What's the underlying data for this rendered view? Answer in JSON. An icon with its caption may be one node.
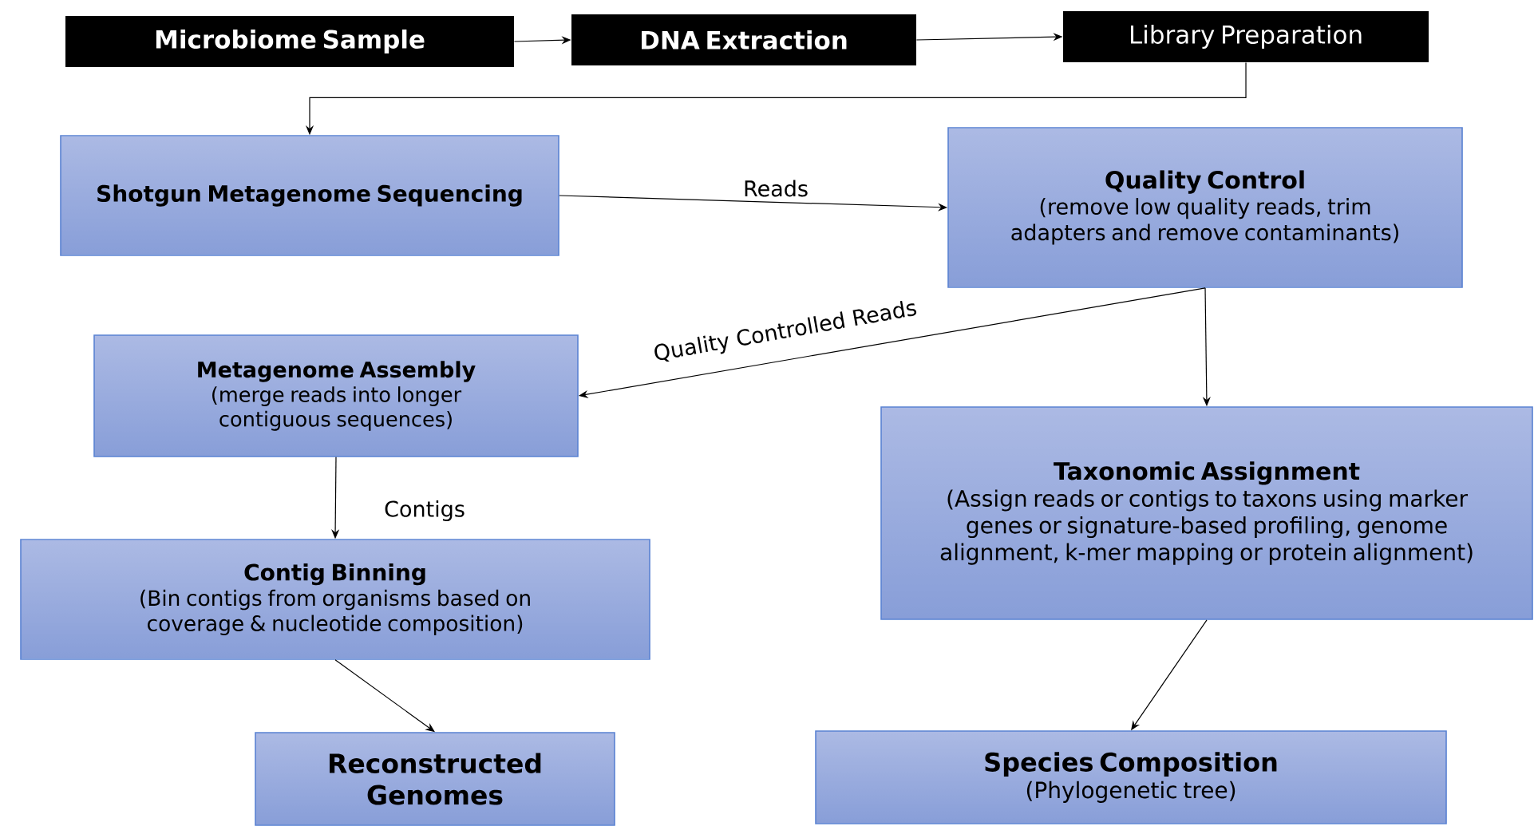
{
  "diagram": {
    "nodes": [
      {
        "text": [
          "Microbiome Sample"
        ]
      },
      {
        "text": [
          "DNA Extraction"
        ]
      },
      {
        "text": [
          "Library Preparation"
        ]
      },
      {
        "text": [
          "Shotgun Metagenome Sequencing"
        ]
      },
      {
        "text": [
          "Quality Control",
          "(remove low quality reads, trim adapters and remove contaminants)"
        ]
      },
      {
        "text": [
          "Metagenome Assembly",
          "(merge reads into longer contiguous sequences)"
        ]
      },
      {
        "text": [
          "Taxonomic Assignment",
          "(Assign reads or contigs to taxons using marker genes or signature-based profiling, genome alignment, k-mer mapping or protein alignment)"
        ]
      },
      {
        "text": [
          "Contig Binning",
          "(Bin contigs from organisms based on coverage & nucleotide composition)"
        ]
      },
      {
        "text": [
          "Reconstructed Genomes"
        ]
      },
      {
        "text": [
          "Species Composition",
          "(Phylogenetic tree)"
        ]
      }
    ],
    "edges": [
      {
        "from": 0,
        "to": 1,
        "arrow": "to"
      },
      {
        "from": 1,
        "to": 2,
        "arrow": "to"
      },
      {
        "from": 2,
        "to": 3,
        "arrow": "to"
      },
      {
        "from": 3,
        "to": 4,
        "arrow": "to",
        "label": "Reads"
      },
      {
        "from": 4,
        "to": 5,
        "arrow": "to",
        "label": "Quality Controlled Reads"
      },
      {
        "from": 4,
        "to": 6,
        "arrow": "to"
      },
      {
        "from": 5,
        "to": 7,
        "arrow": "to",
        "label": "Contigs"
      },
      {
        "from": 7,
        "to": 8,
        "arrow": "to"
      },
      {
        "from": 6,
        "to": 9,
        "arrow": "to"
      }
    ]
  }
}
